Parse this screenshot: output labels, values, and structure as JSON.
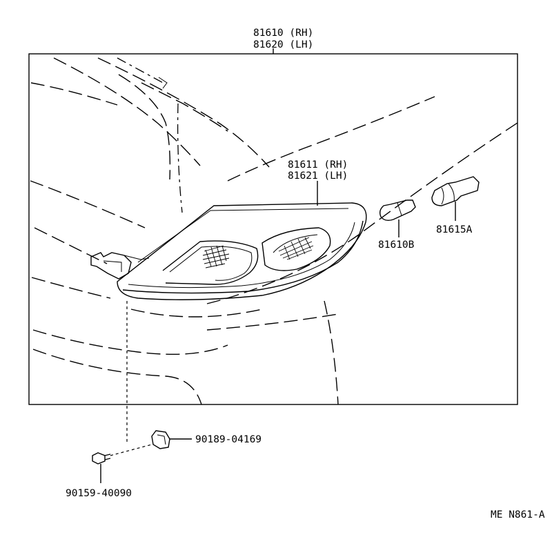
{
  "labels": {
    "assembly_rh": "81610 (RH)",
    "assembly_lh": "81620 (LH)",
    "lens_rh": "81611 (RH)",
    "lens_lh": "81621 (LH)",
    "bulb": "81610B",
    "socket": "81615A",
    "nut": "90189-04169",
    "screw": "90159-40090",
    "figure_code": "ME N861-A"
  }
}
